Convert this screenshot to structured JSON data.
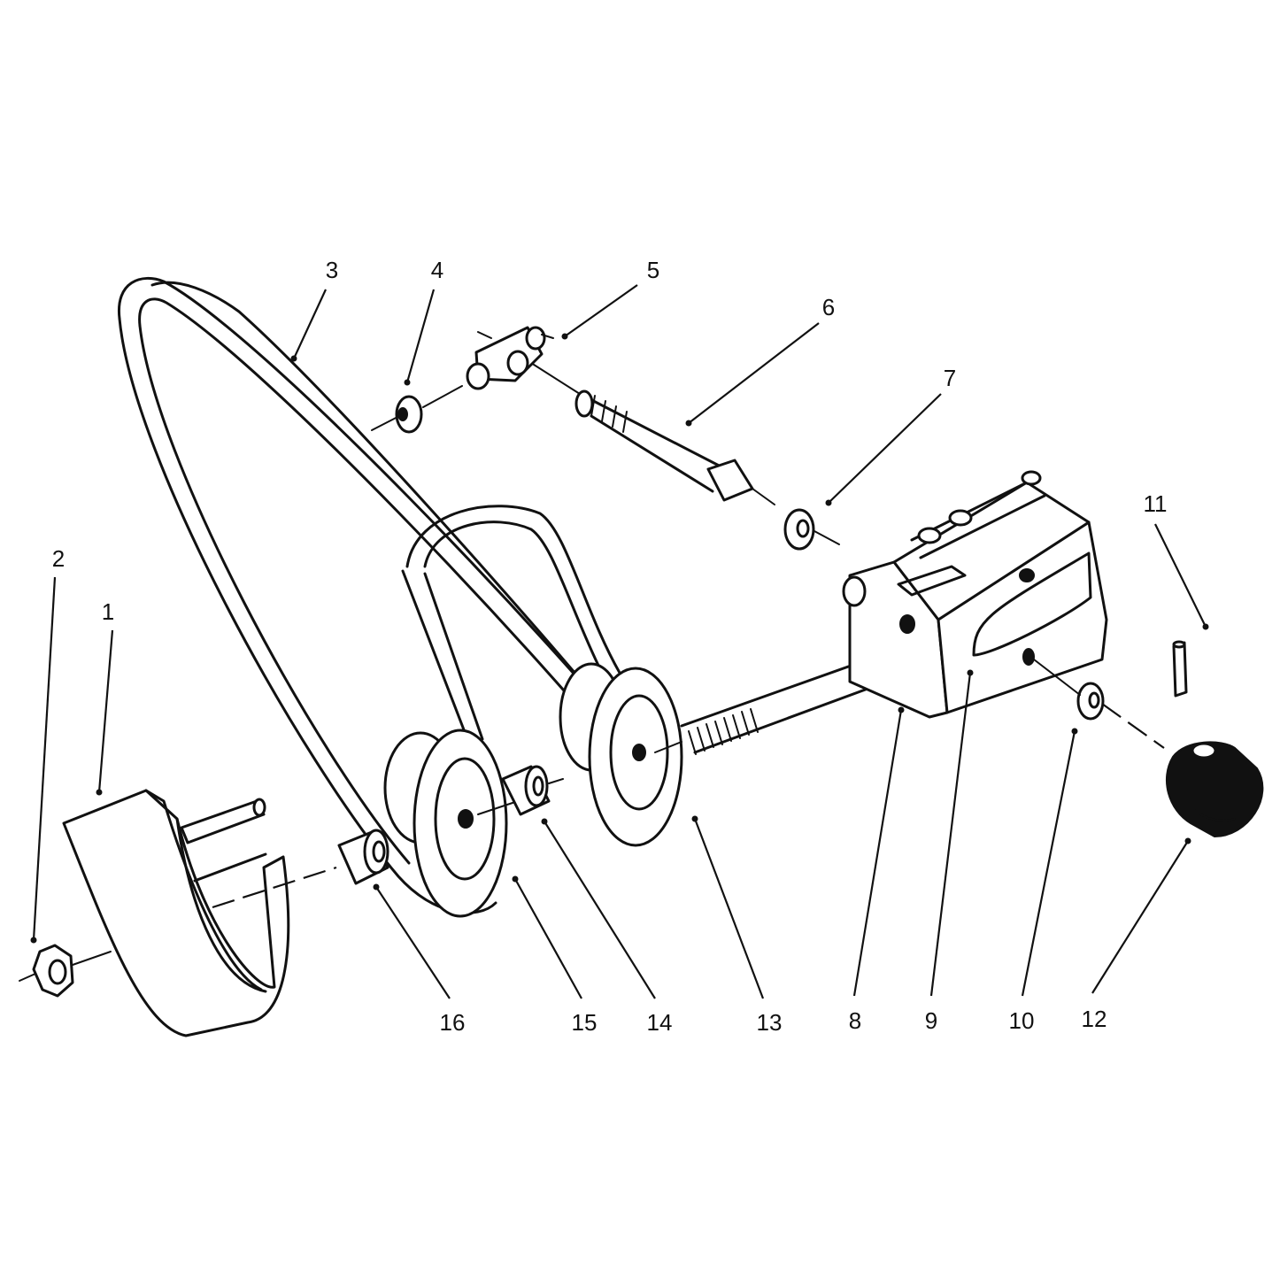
{
  "diagram": {
    "callouts": [
      {
        "id": "1",
        "label": "1"
      },
      {
        "id": "2",
        "label": "2"
      },
      {
        "id": "3",
        "label": "3"
      },
      {
        "id": "4",
        "label": "4"
      },
      {
        "id": "5",
        "label": "5"
      },
      {
        "id": "6",
        "label": "6"
      },
      {
        "id": "7",
        "label": "7"
      },
      {
        "id": "8",
        "label": "8"
      },
      {
        "id": "9",
        "label": "9"
      },
      {
        "id": "10",
        "label": "10"
      },
      {
        "id": "11",
        "label": "11"
      },
      {
        "id": "12",
        "label": "12"
      },
      {
        "id": "13",
        "label": "13"
      },
      {
        "id": "14",
        "label": "14"
      },
      {
        "id": "15",
        "label": "15"
      },
      {
        "id": "16",
        "label": "16"
      }
    ],
    "colors": {
      "ink": "#111111",
      "paper": "#ffffff"
    }
  }
}
